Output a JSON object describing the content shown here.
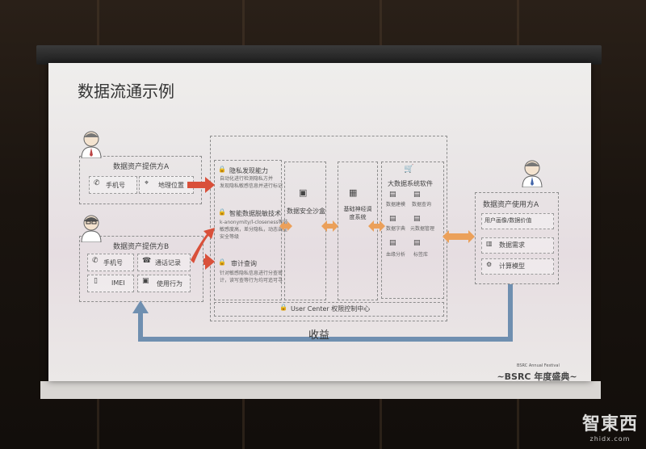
{
  "slide": {
    "title": "数据流通示例"
  },
  "provider_a": {
    "label": "数据资产提供方A",
    "items": [
      "手机号",
      "地理位置"
    ]
  },
  "provider_b": {
    "label": "数据资产提供方B",
    "items": [
      "手机号",
      "通话记录",
      "IMEI",
      "使用行为"
    ]
  },
  "privacy": {
    "discovery_title": "隐私发现能力",
    "discovery_desc": [
      "自动化进行检测隐私方并",
      "发现隐私敏感信息并进行标记"
    ],
    "desensitize_title": "智能数据脱敏技术",
    "desensitize_desc": [
      "k-anonymity/l-closeness等技",
      "敏感度高，差分隐私，动态调整",
      "安全等级"
    ],
    "audit_title": "审计查询",
    "audit_desc": [
      "针对敏感隐私信息进行分查审",
      "计，读写查等行为均可追可寻"
    ]
  },
  "sandbox": {
    "label": "数据安全沙盒"
  },
  "scheduler": {
    "label": "基础神经调度系统"
  },
  "bigdata": {
    "title": "大数据系统软件",
    "items": [
      "数据建模",
      "数据查询",
      "数据字典",
      "元数据管理",
      "血缘分析",
      "标签库"
    ]
  },
  "consumer": {
    "label": "数据资产使用方A",
    "items": [
      "用户画像/数据价值",
      "数据需求",
      "计算模型"
    ]
  },
  "user_center": {
    "label": "User Center 权限控制中心"
  },
  "revenue": {
    "label": "收益"
  },
  "event": {
    "banner": "~BSRC 年度盛典~",
    "sub": "BSRC Annual Festival"
  },
  "watermark": {
    "main": "智東西",
    "sub": "zhidx.com"
  },
  "colors": {
    "red_arrow": "#d9503a",
    "orange_arrow": "#eba05a",
    "blue_arrow": "#6f8fb0"
  }
}
